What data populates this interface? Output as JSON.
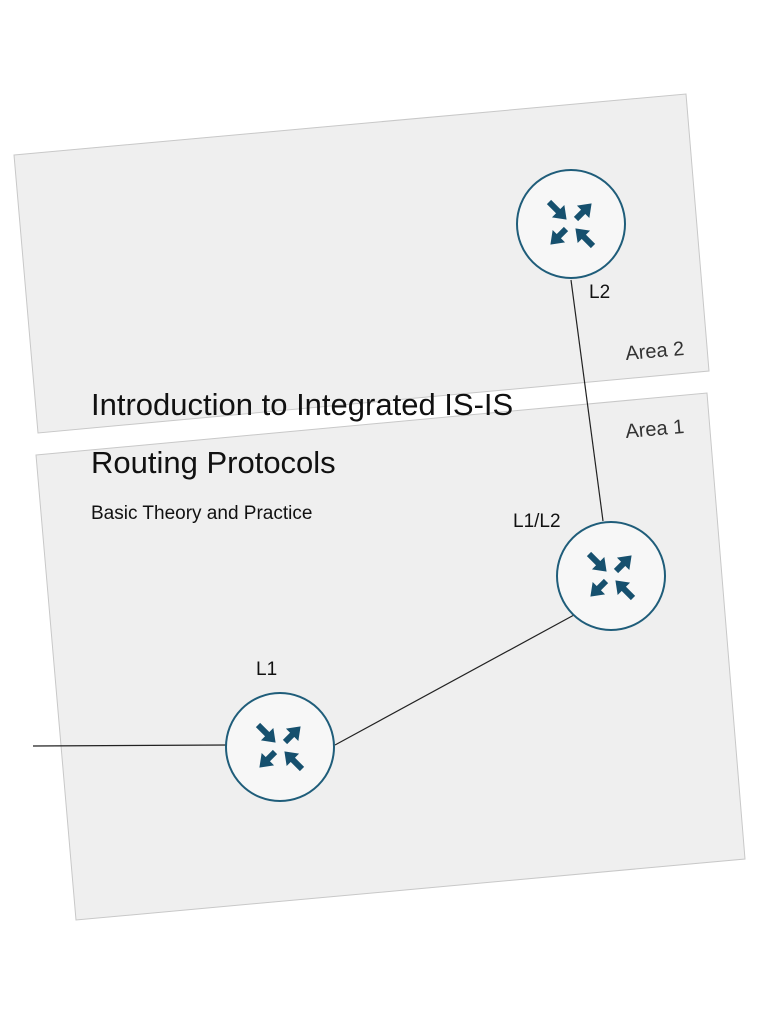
{
  "title": {
    "line1": "Introduction to Integrated IS-IS",
    "line2": "Routing Protocols"
  },
  "subtitle": "Basic Theory and Practice",
  "areas": [
    {
      "id": "area2",
      "label": "Area 2"
    },
    {
      "id": "area1",
      "label": "Area 1"
    }
  ],
  "routers": [
    {
      "id": "l2",
      "label": "L2",
      "icon": "router-icon"
    },
    {
      "id": "l1l2",
      "label": "L1/L2",
      "icon": "router-icon"
    },
    {
      "id": "l1",
      "label": "L1",
      "icon": "router-icon"
    }
  ],
  "colors": {
    "area_fill": "#efefef",
    "area_stroke": "#c8c8c8",
    "router_fill": "#f7f7f7",
    "router_stroke": "#1f5d7a",
    "arrow": "#16506e",
    "link": "#222222"
  }
}
